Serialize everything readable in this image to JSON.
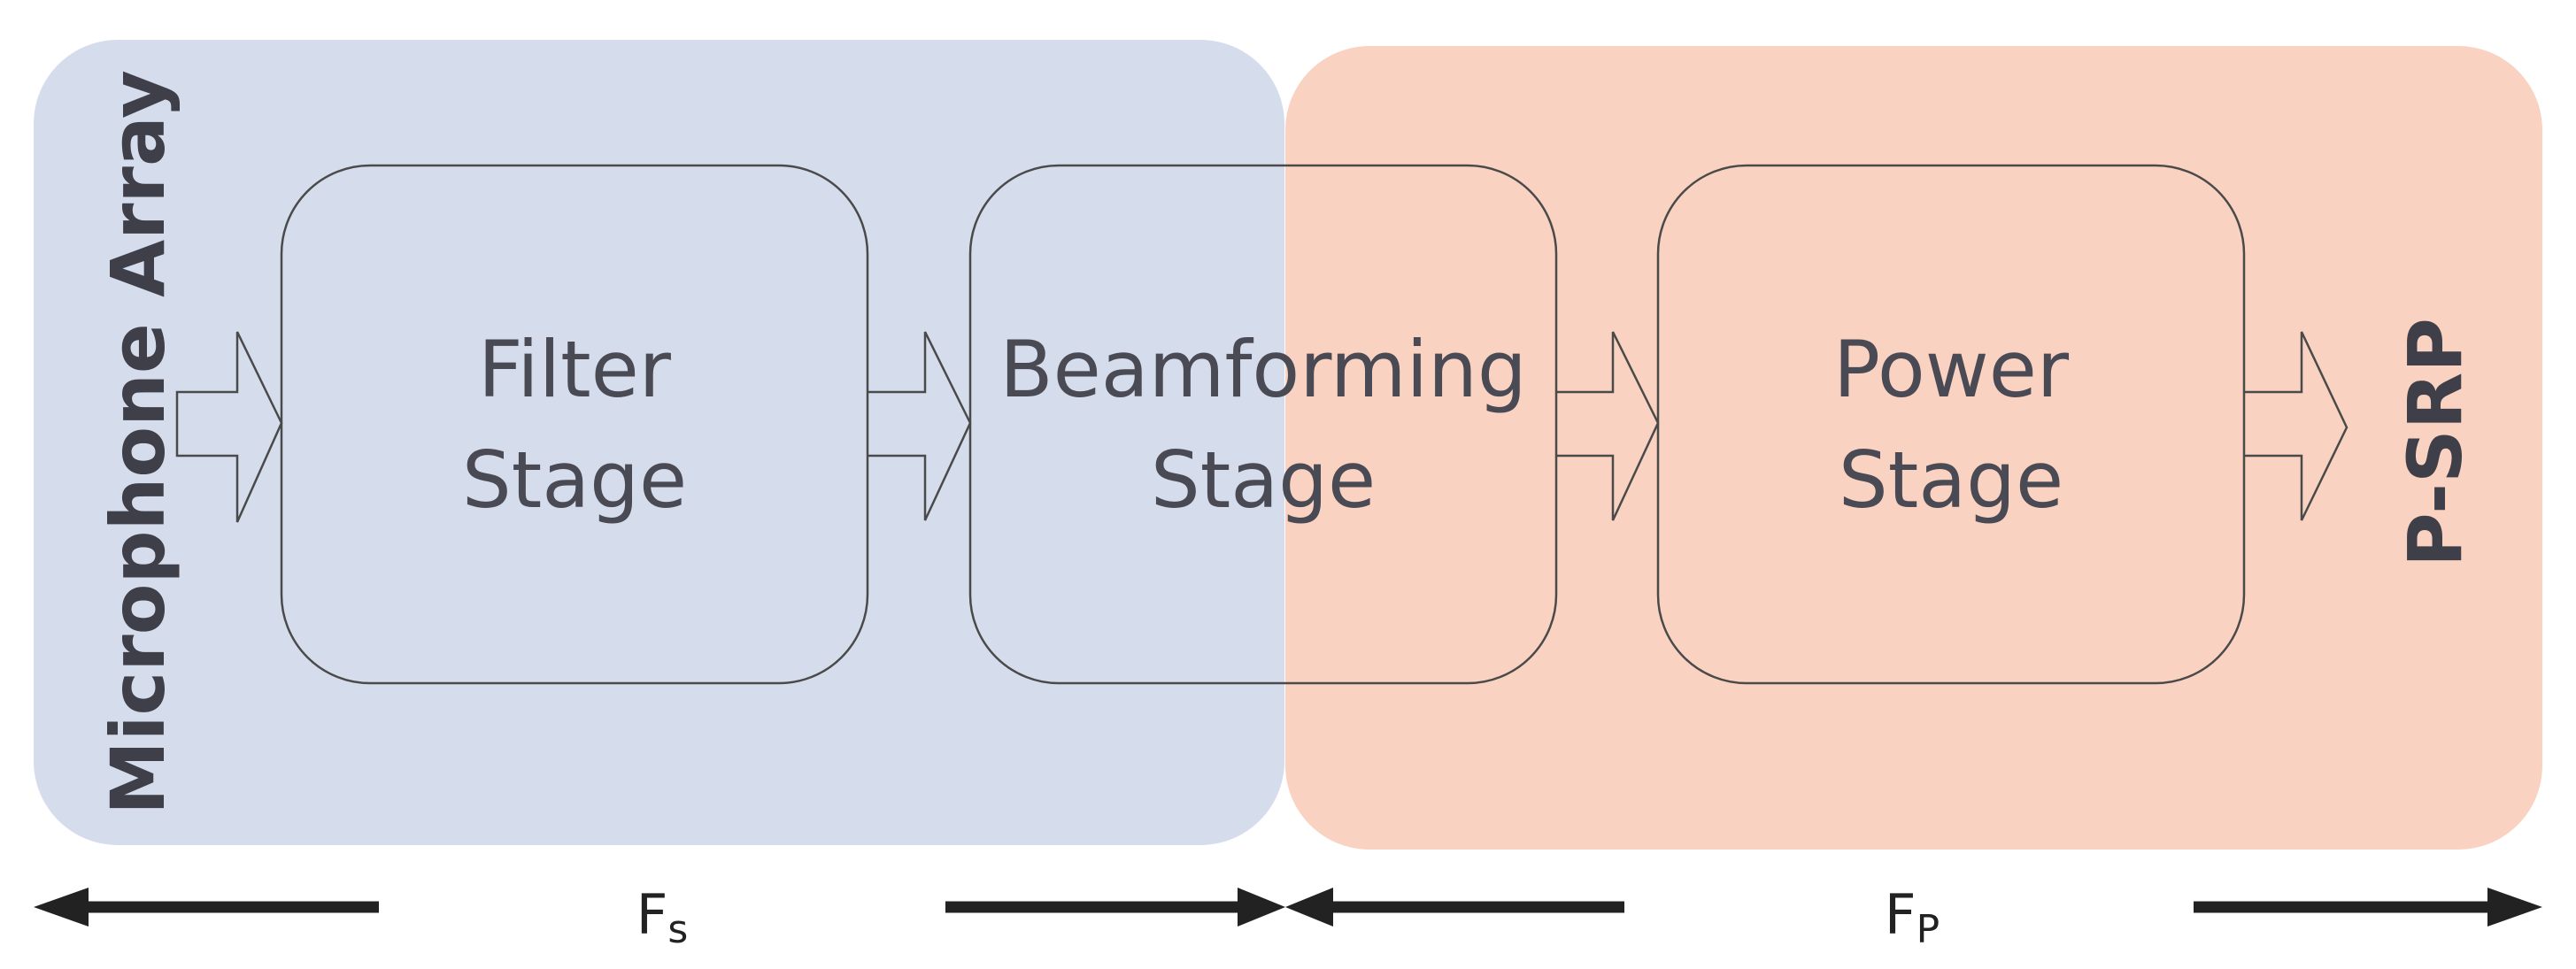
{
  "regions": {
    "sampling": {
      "label": "Microphone Array",
      "color": "#d5dcec"
    },
    "power": {
      "label": "P-SRP",
      "color": "#fad2c1"
    }
  },
  "stages": [
    {
      "line1": "Filter",
      "line2": "Stage"
    },
    {
      "line1": "Beamforming",
      "line2": "Stage"
    },
    {
      "line1": "Power",
      "line2": "Stage"
    }
  ],
  "rates": {
    "sampling": {
      "symbol": "F",
      "subscript": "s"
    },
    "power": {
      "symbol": "F",
      "subscript": "P"
    }
  },
  "colors": {
    "box_stroke": "#4a4a4a",
    "arrow": "#222222",
    "text": "#4a4a55"
  }
}
